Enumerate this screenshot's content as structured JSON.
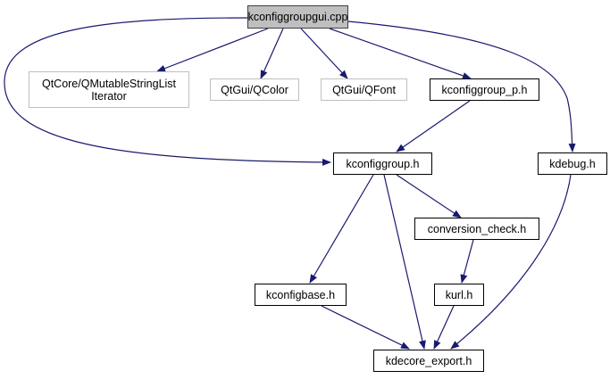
{
  "title": "kconfiggroupgui.cpp",
  "colors": {
    "edge": "#191970",
    "root_fill": "#bfbfbf",
    "external_border": "#bfbfbf",
    "node_border": "#000000"
  },
  "nodes": {
    "root": {
      "label": "kconfiggroupgui.cpp",
      "kind": "root"
    },
    "qmutable": {
      "label": "QtCore/QMutableStringList\nIterator",
      "kind": "external"
    },
    "qcolor": {
      "label": "QtGui/QColor",
      "kind": "external"
    },
    "qfont": {
      "label": "QtGui/QFont",
      "kind": "external"
    },
    "kconfiggroup_p": {
      "label": "kconfiggroup_p.h",
      "kind": "file"
    },
    "kconfiggroup": {
      "label": "kconfiggroup.h",
      "kind": "file"
    },
    "kdebug": {
      "label": "kdebug.h",
      "kind": "file"
    },
    "conversion_check": {
      "label": "conversion_check.h",
      "kind": "file"
    },
    "kconfigbase": {
      "label": "kconfigbase.h",
      "kind": "file"
    },
    "kurl": {
      "label": "kurl.h",
      "kind": "file"
    },
    "kdecore_export": {
      "label": "kdecore_export.h",
      "kind": "file"
    }
  },
  "edges": [
    [
      "root",
      "qmutable"
    ],
    [
      "root",
      "qcolor"
    ],
    [
      "root",
      "qfont"
    ],
    [
      "root",
      "kconfiggroup_p"
    ],
    [
      "root",
      "kconfiggroup"
    ],
    [
      "root",
      "kdebug"
    ],
    [
      "kconfiggroup_p",
      "kconfiggroup"
    ],
    [
      "kconfiggroup",
      "kconfigbase"
    ],
    [
      "kconfiggroup",
      "kdecore_export"
    ],
    [
      "kconfiggroup",
      "conversion_check"
    ],
    [
      "conversion_check",
      "kurl"
    ],
    [
      "kconfigbase",
      "kdecore_export"
    ],
    [
      "kurl",
      "kdecore_export"
    ],
    [
      "kdebug",
      "kdecore_export"
    ]
  ]
}
